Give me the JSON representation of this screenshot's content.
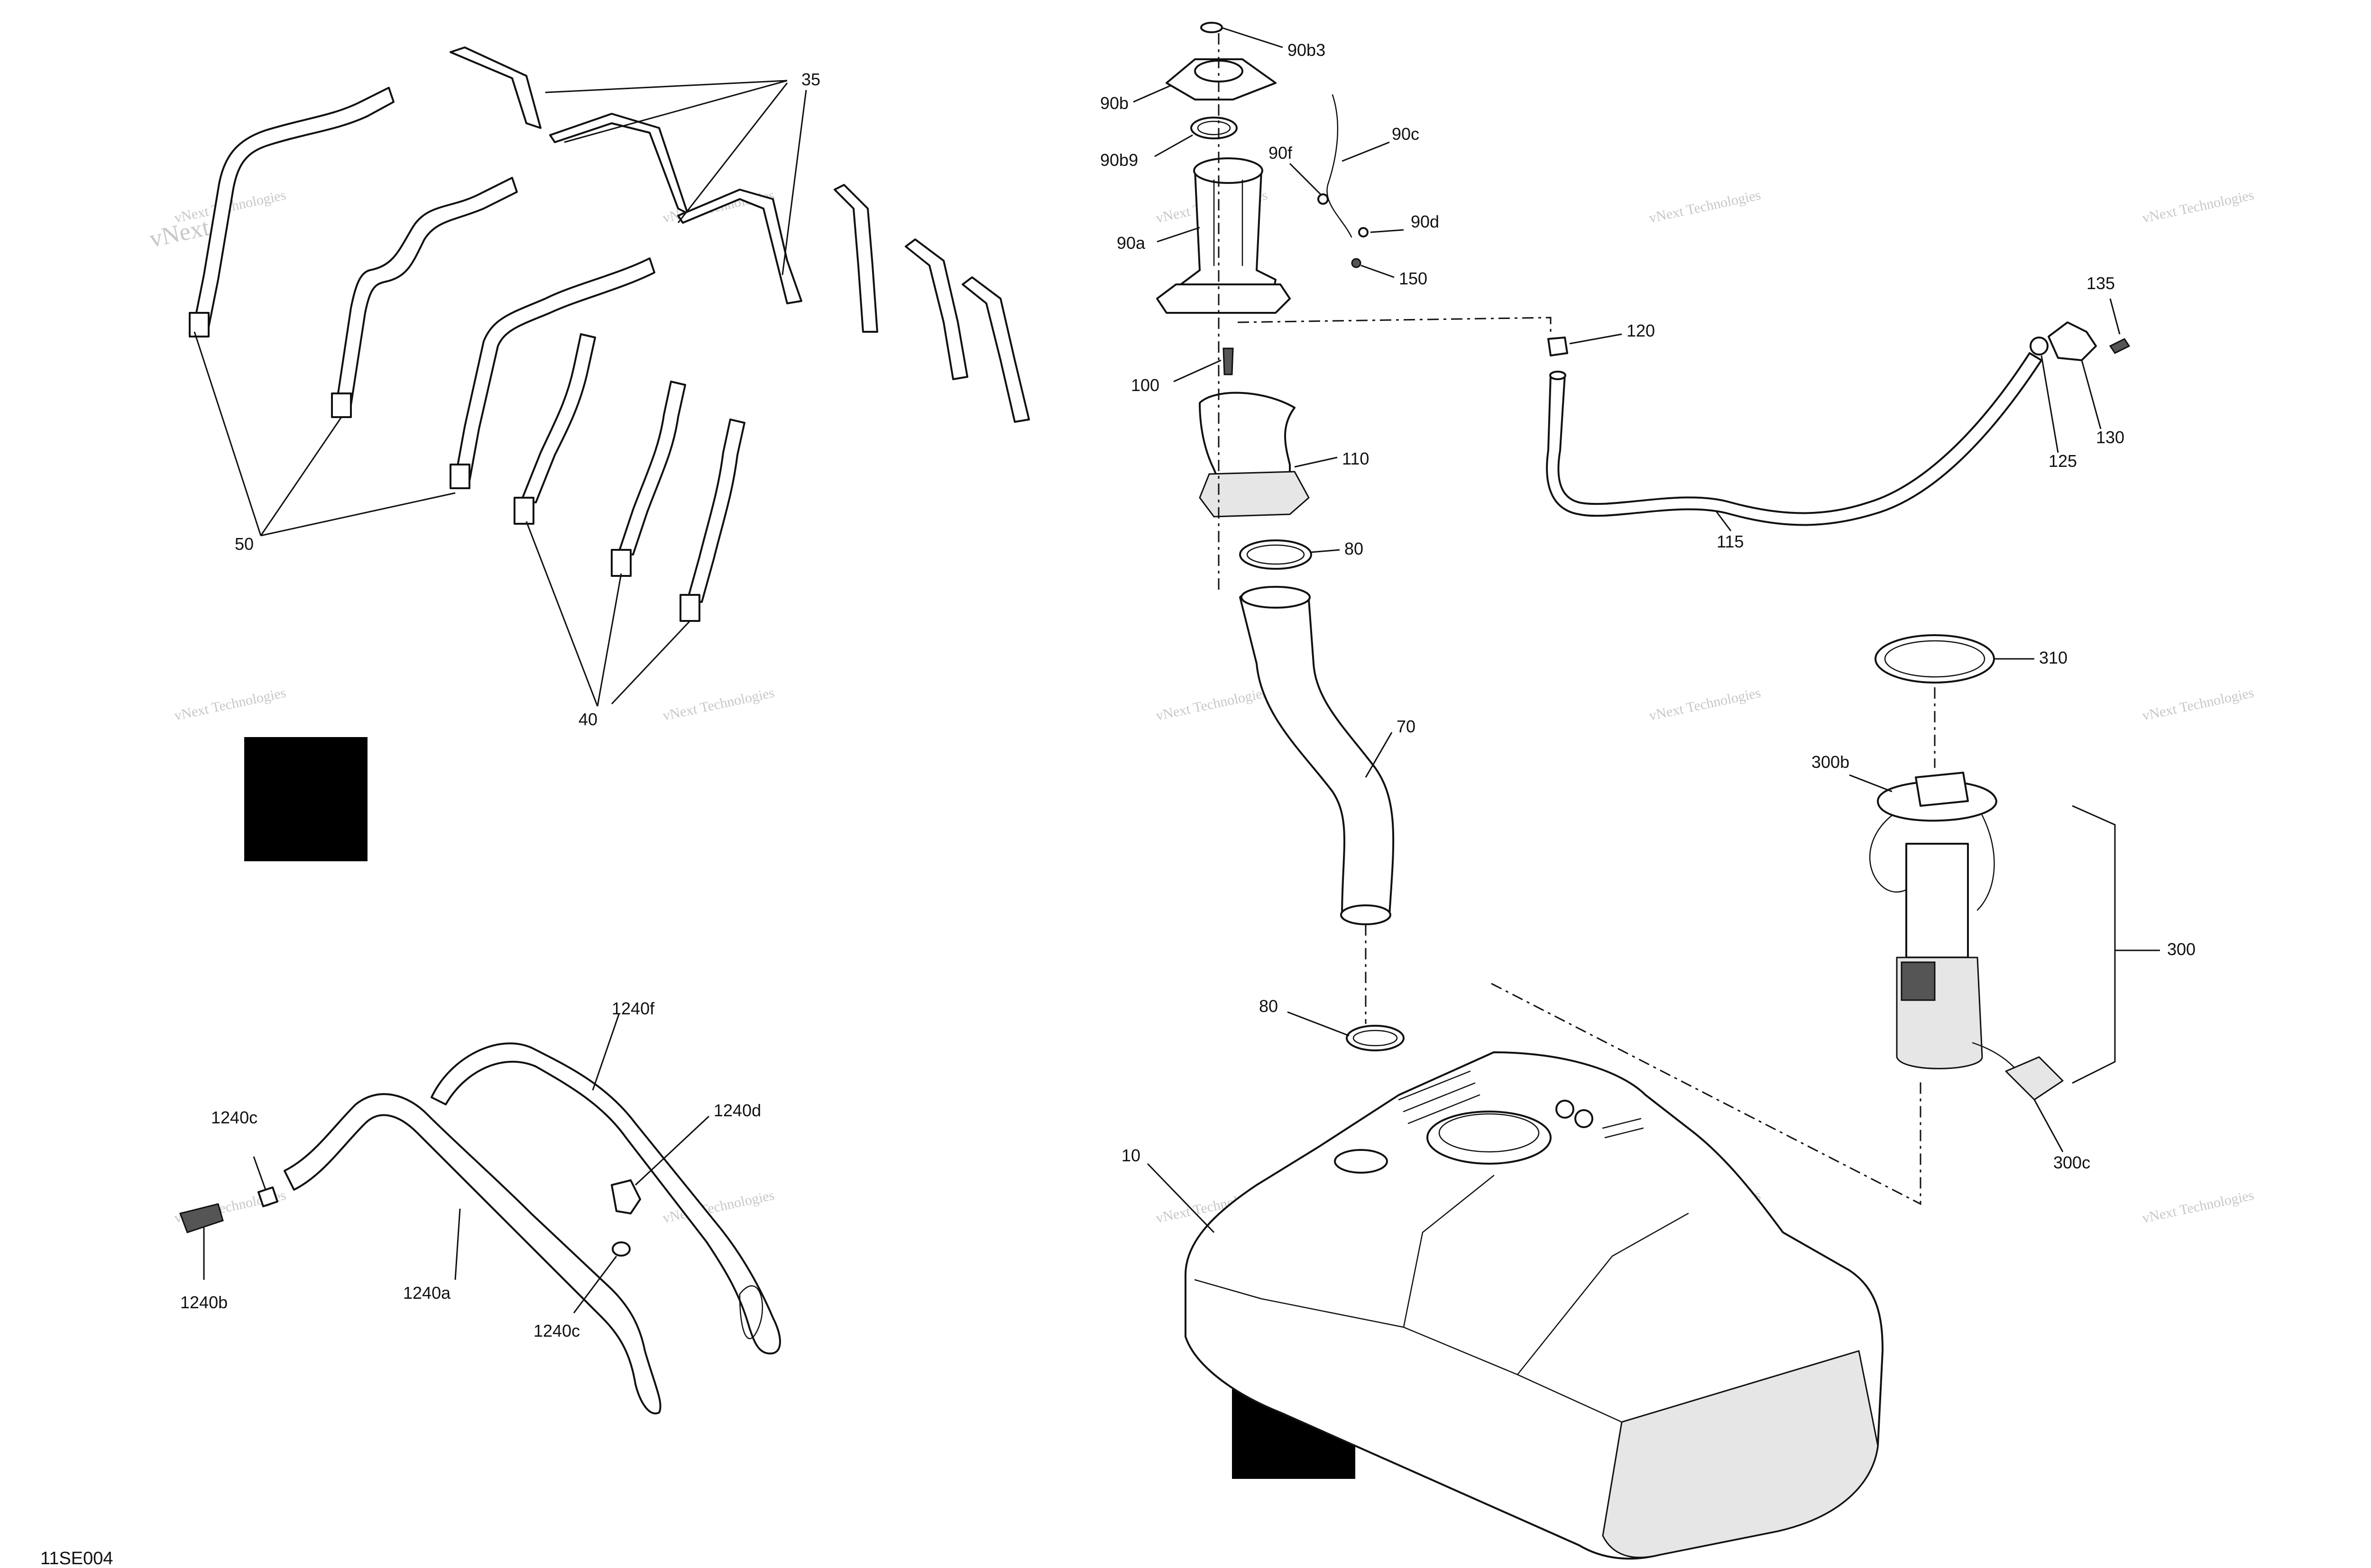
{
  "watermark": {
    "line_small": "vNext Technologies",
    "line_big": "vNext\nTechnologies"
  },
  "drawing_code": "11SE004",
  "callouts": {
    "c35": "35",
    "c50": "50",
    "c40": "40",
    "c90b3": "90b3",
    "c90b": "90b",
    "c90b9": "90b9",
    "c90c": "90c",
    "c90f": "90f",
    "c90d": "90d",
    "c90a": "90a",
    "c150": "150",
    "c120": "120",
    "c135": "135",
    "c130": "130",
    "c125": "125",
    "c100": "100",
    "c110": "110",
    "c80_top": "80",
    "c115": "115",
    "c70": "70",
    "c310": "310",
    "c300b": "300b",
    "c300": "300",
    "c300c": "300c",
    "c80_bottom": "80",
    "c10": "10",
    "c1240f": "1240f",
    "c1240d": "1240d",
    "c1240c_top": "1240c",
    "c1240b": "1240b",
    "c1240a": "1240a",
    "c1240c_bottom": "1240c"
  }
}
